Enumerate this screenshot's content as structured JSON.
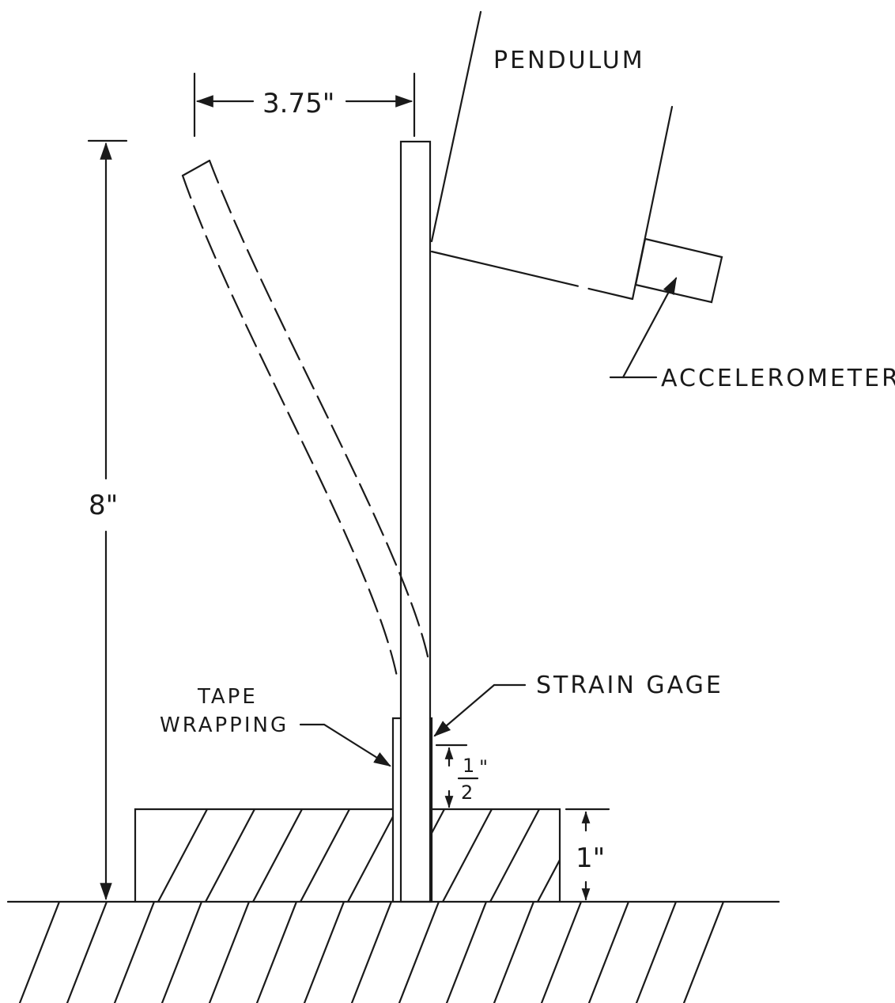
{
  "labels": {
    "pendulum": "PENDULUM",
    "accelerometer": "ACCELEROMETER",
    "strain_gage": "STRAIN GAGE",
    "tape_line1": "TAPE",
    "tape_line2": "WRAPPING"
  },
  "dimensions": {
    "width": "3.75\"",
    "height": "8\"",
    "gage_offset_num": "1",
    "gage_offset_den": "2",
    "gage_offset_unit": "\"",
    "block_height": "1\""
  },
  "colors": {
    "ink": "#1a1a1a",
    "paper": "#ffffff"
  }
}
